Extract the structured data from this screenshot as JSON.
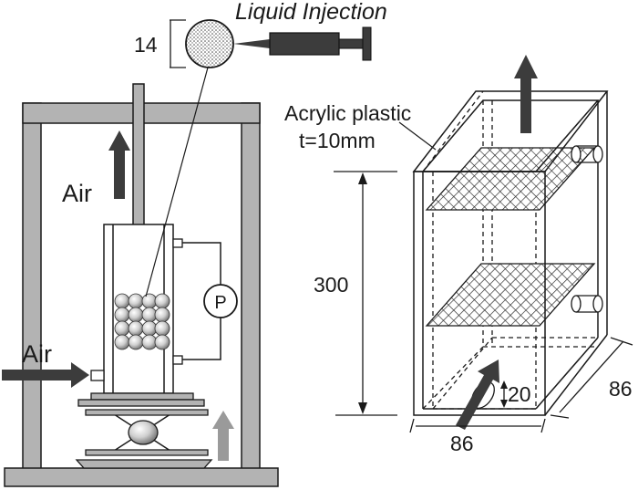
{
  "injection": {
    "label": "Liquid Injection",
    "droplet_size": "14"
  },
  "apparatus_left": {
    "air_top": "Air",
    "air_side": "Air",
    "pressure_gauge": "P"
  },
  "column_right": {
    "material": "Acrylic plastic",
    "thickness": "t=10mm",
    "height": "300",
    "inlet_height": "20",
    "width_front": "86",
    "width_side": "86"
  },
  "colors": {
    "frame_fill": "#b3b3b3",
    "dark_arrow": "#3c3c3c",
    "light_arrow": "#9a9a9a",
    "line": "#1a1a1a"
  }
}
